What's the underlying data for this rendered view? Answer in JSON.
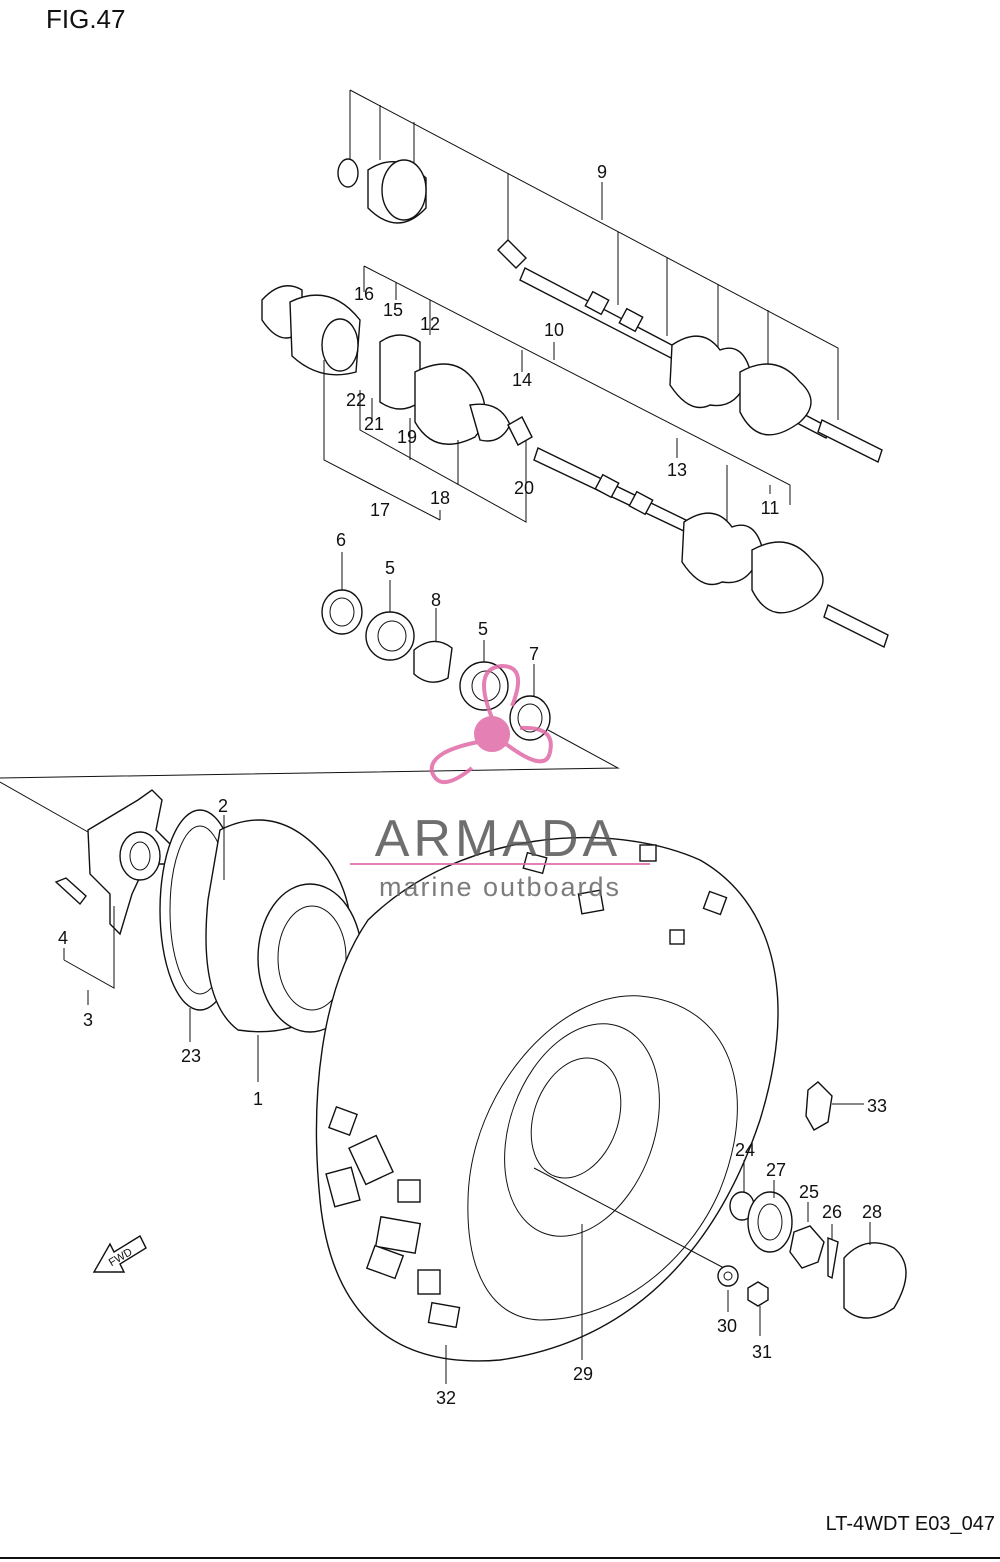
{
  "figure": {
    "title": "FIG.47",
    "code": "LT-4WDT E03_047"
  },
  "watermark": {
    "brand": "ARMADA",
    "tagline": "marine outboards",
    "color": "#e06aa6"
  },
  "forward_arrow": {
    "label": "FWD"
  },
  "callouts": [
    {
      "num": "1"
    },
    {
      "num": "2"
    },
    {
      "num": "3"
    },
    {
      "num": "4"
    },
    {
      "num": "5"
    },
    {
      "num": "5"
    },
    {
      "num": "6"
    },
    {
      "num": "7"
    },
    {
      "num": "8"
    },
    {
      "num": "9"
    },
    {
      "num": "10"
    },
    {
      "num": "11"
    },
    {
      "num": "12"
    },
    {
      "num": "13"
    },
    {
      "num": "14"
    },
    {
      "num": "15"
    },
    {
      "num": "16"
    },
    {
      "num": "17"
    },
    {
      "num": "18"
    },
    {
      "num": "19"
    },
    {
      "num": "20"
    },
    {
      "num": "21"
    },
    {
      "num": "22"
    },
    {
      "num": "23"
    },
    {
      "num": "24"
    },
    {
      "num": "25"
    },
    {
      "num": "26"
    },
    {
      "num": "27"
    },
    {
      "num": "28"
    },
    {
      "num": "29"
    },
    {
      "num": "30"
    },
    {
      "num": "31"
    },
    {
      "num": "32"
    },
    {
      "num": "33"
    }
  ]
}
